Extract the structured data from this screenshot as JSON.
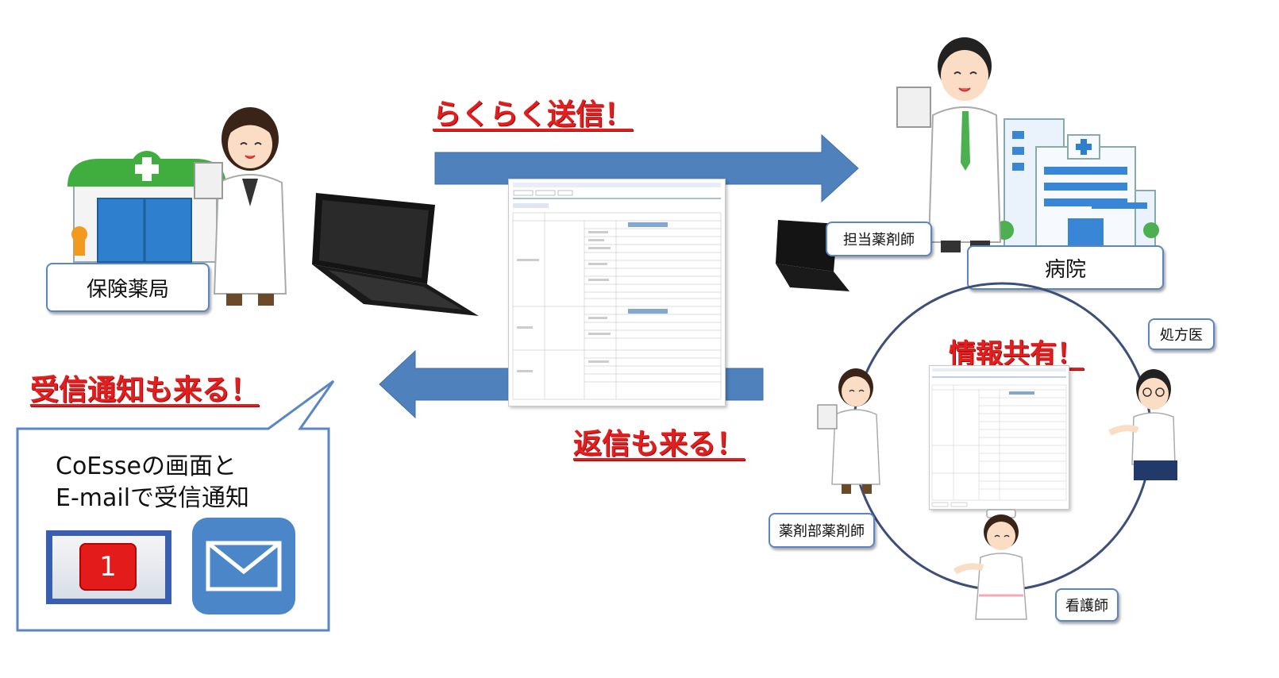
{
  "labels": {
    "pharmacy": "保険薬局",
    "hospital": "病院",
    "pharmacist_in_charge": "担当薬剤師",
    "prescriber": "処方医",
    "dept_pharmacist": "薬剤部薬剤師",
    "nurse": "看護師"
  },
  "headlines": {
    "easy_send": "らくらく送信！",
    "reply_comes": "返信も来る！",
    "notification_comes": "受信通知も来る！",
    "info_sharing": "情報共有！"
  },
  "notice": {
    "line1": "CoEsseの画面と",
    "line2": "E-mailで受信通知",
    "badge_count": "1"
  },
  "colors": {
    "arrow": "#4f81bd",
    "headline_red": "#e02020",
    "box_border": "#5b86c5",
    "circle": "#3b4f7a"
  },
  "icons": [
    "pharmacy-building-icon",
    "pharmacist-woman-icon",
    "laptop-icon",
    "hospital-building-icon",
    "doctor-icon",
    "nurse-icon",
    "mail-icon",
    "badge-icon"
  ]
}
